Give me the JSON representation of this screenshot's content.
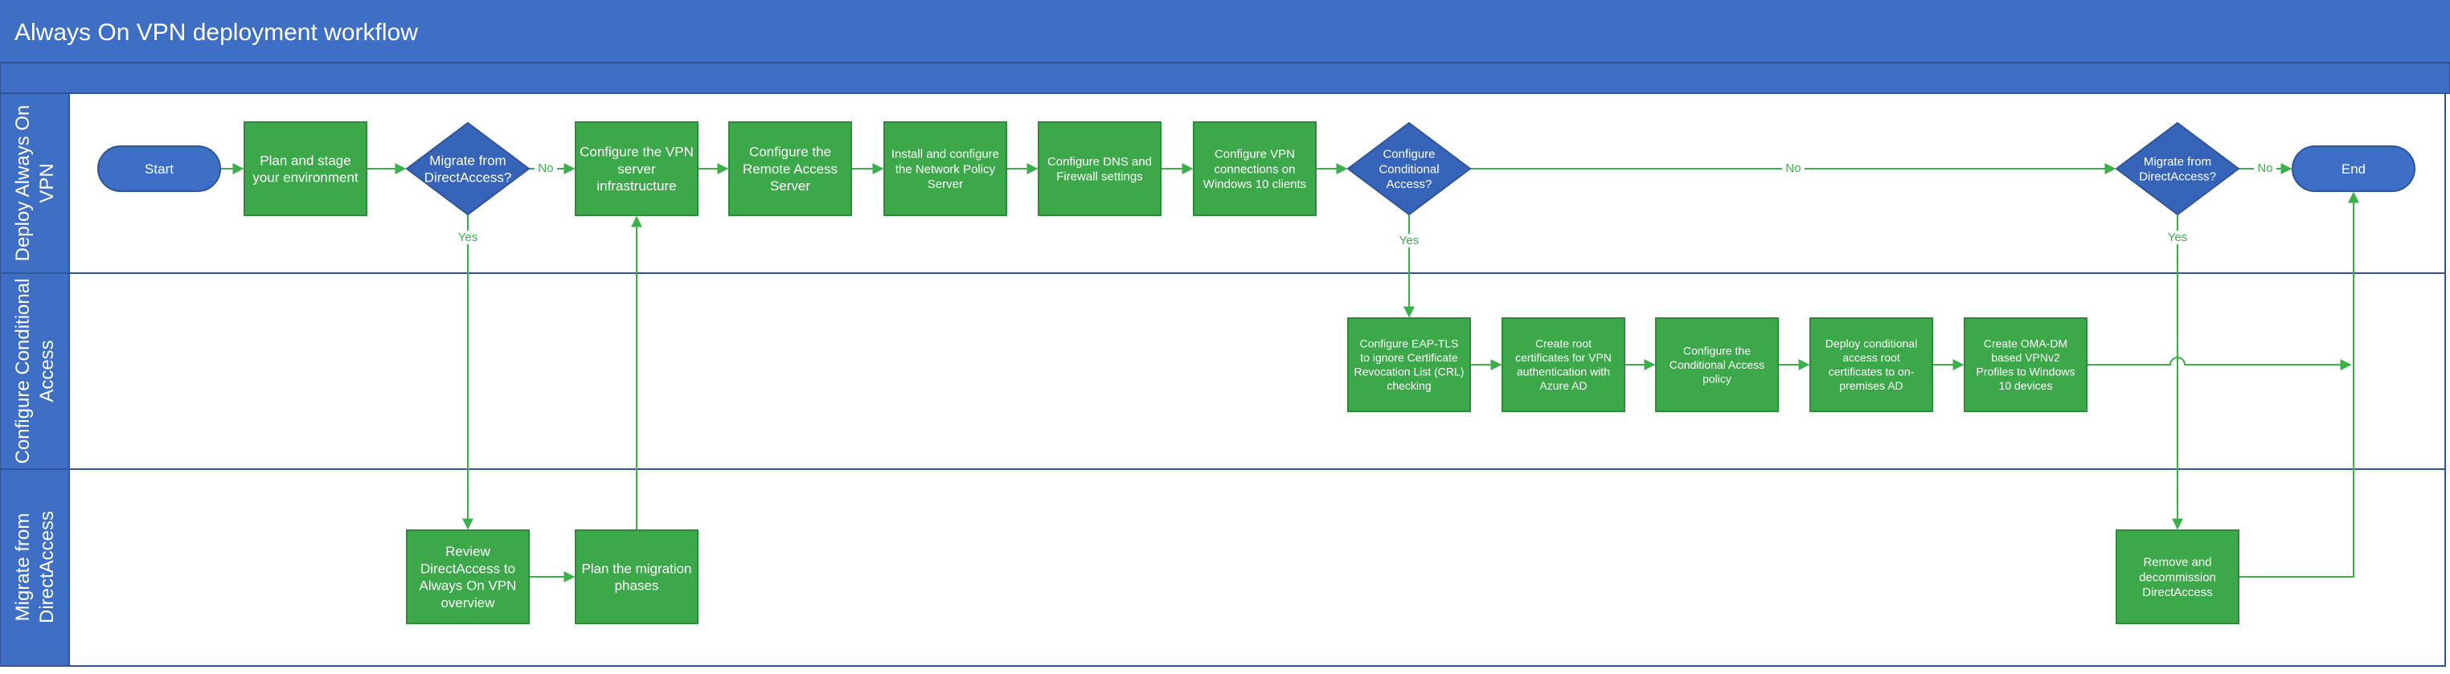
{
  "title": "Always On VPN deployment workflow",
  "lanes": [
    {
      "id": "deploy",
      "label_lines": [
        "Deploy Always On",
        "VPN"
      ]
    },
    {
      "id": "conditional",
      "label_lines": [
        "Configure Conditional",
        "Access"
      ]
    },
    {
      "id": "migrate",
      "label_lines": [
        "Migrate from",
        "DirectAccess"
      ]
    }
  ],
  "nodes": {
    "start": [
      "Start"
    ],
    "plan": [
      "Plan and stage",
      "your environment"
    ],
    "migrate_q1": [
      "Migrate from",
      "DirectAccess?"
    ],
    "vpn_server": [
      "Configure the VPN",
      "server",
      "infrastructure"
    ],
    "remote_access": [
      "Configure the",
      "Remote Access",
      "Server"
    ],
    "nps": [
      "Install and configure",
      "the Network Policy",
      "Server"
    ],
    "dns": [
      "Configure DNS and",
      "Firewall settings"
    ],
    "vpn_clients": [
      "Configure VPN",
      "connections on",
      "Windows 10 clients"
    ],
    "cond_q": [
      "Configure",
      "Conditional",
      "Access?"
    ],
    "migrate_q2": [
      "Migrate from",
      "DirectAccess?"
    ],
    "end": [
      "End"
    ],
    "eap_tls": [
      "Configure EAP-TLS",
      "to ignore Certificate",
      "Revocation List (CRL)",
      "checking"
    ],
    "root_certs": [
      "Create root",
      "certificates for VPN",
      "authentication with",
      "Azure AD"
    ],
    "ca_policy": [
      "Configure the",
      "Conditional Access",
      "policy"
    ],
    "deploy_certs": [
      "Deploy conditional",
      "access root",
      "certificates to on-",
      "premises AD"
    ],
    "oma_dm": [
      "Create OMA-DM",
      "based VPNv2",
      "Profiles to Windows",
      "10 devices"
    ],
    "review": [
      "Review",
      "DirectAccess to",
      "Always On VPN",
      "overview"
    ],
    "plan_migration": [
      "Plan the migration",
      "phases"
    ],
    "remove": [
      "Remove and",
      "decommission",
      "DirectAccess"
    ]
  },
  "edge_labels": {
    "yes": "Yes",
    "no": "No"
  },
  "colors": {
    "header": "#3f6fc4",
    "border": "#2f5597",
    "process": "#3ca84a",
    "process_border": "#2e8b3a",
    "decision": "#3564b8",
    "terminal": "#3d6fc6",
    "connector": "#3bb04a"
  }
}
